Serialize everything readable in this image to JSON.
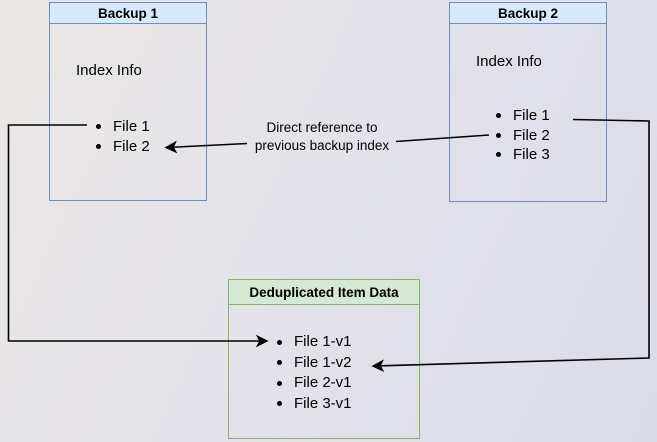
{
  "diagram": {
    "background": {
      "from": "#eae7e4",
      "to": "#dadbe9"
    },
    "arrow_color": "#000000",
    "backup1": {
      "title": "Backup 1",
      "header_fill": "#dae8fc",
      "border_color": "#6c8ebf",
      "subtitle": "Index Info",
      "items": [
        "File 1",
        "File 2"
      ]
    },
    "backup2": {
      "title": "Backup 2",
      "header_fill": "#dae8fc",
      "border_color": "#6c8ebf",
      "subtitle": "Index Info",
      "items": [
        "File 1",
        "File 2",
        "File 3"
      ]
    },
    "dedup": {
      "title": "Deduplicated Item Data",
      "header_fill": "#d5e8d4",
      "border_color": "#82b366",
      "items": [
        "File 1-v1",
        "File 1-v2",
        "File 2-v1",
        "File 3-v1"
      ]
    },
    "annotation": {
      "line1": "Direct reference to",
      "line2": "previous backup index"
    }
  }
}
